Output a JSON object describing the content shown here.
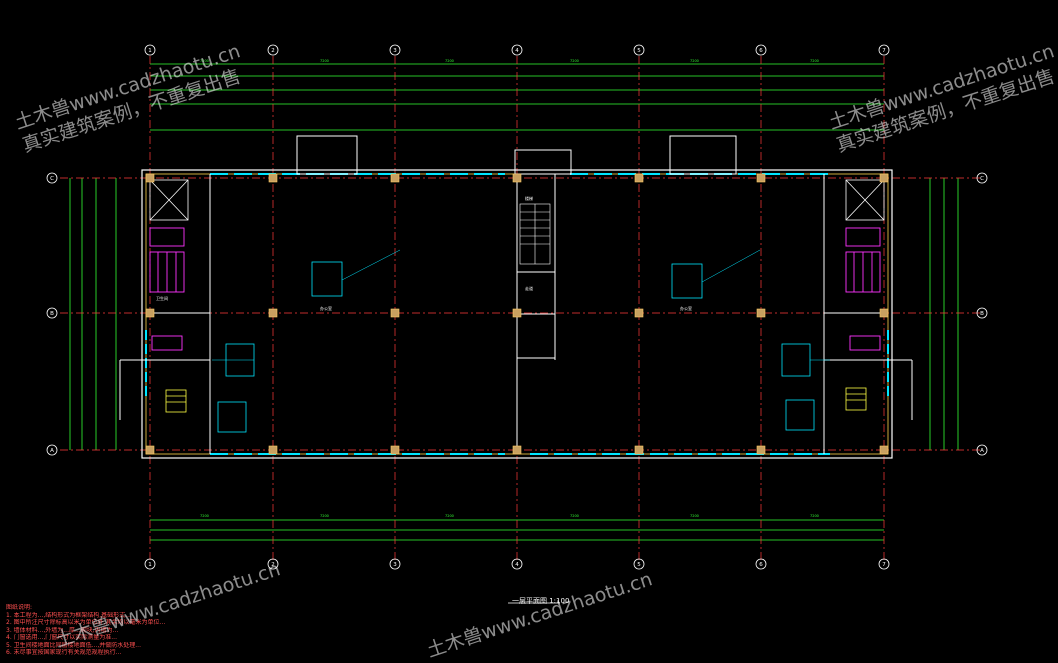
{
  "drawing": {
    "grid_columns": [
      "1",
      "2",
      "3",
      "4",
      "5",
      "6",
      "7"
    ],
    "grid_rows": [
      "C",
      "B",
      "A"
    ],
    "plan_title": "一层平面图 1:100",
    "room_labels": [
      "楼梯",
      "卫生间",
      "办公室",
      "走道"
    ],
    "notes_title": "图纸说明:",
    "notes": [
      "1. 本工程为...,结构形式为框架结构,基础形式...",
      "2. 图中所注尺寸除标高以米为单位外,其余均以毫米为单位...",
      "3. 墙体材料...,外墙为...厚...砌块,内墙为...",
      "4. 门窗选用...,门窗尺寸以实际测量为准...",
      "5. 卫生间楼地面比同层楼地面低...,并做防水处理...",
      "6. 未尽事宜按国家现行有关规范规程执行..."
    ],
    "colors": {
      "background": "#000000",
      "axis": "#ff3b3b",
      "dimension": "#33ff33",
      "wall": "#ffffff",
      "window": "#00e5ff",
      "column": "#c8a060",
      "sanitary": "#ff33ff",
      "notes": "#ff5050"
    }
  },
  "watermark": {
    "line1": "土木兽www.cadzhaotu.cn",
    "line2": "真实建筑案例，不重复出售"
  }
}
